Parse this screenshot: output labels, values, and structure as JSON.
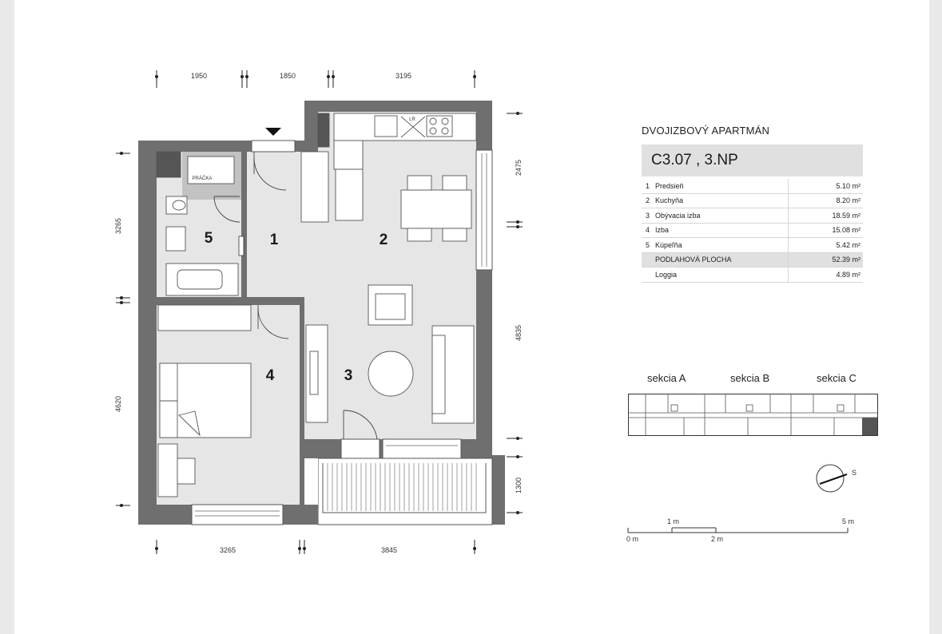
{
  "dimensions": {
    "top": [
      "1950",
      "1850",
      "3195"
    ],
    "bottom": [
      "3265",
      "3845"
    ],
    "left": [
      "3265",
      "4620"
    ],
    "right": [
      "2475",
      "4835",
      "1300"
    ]
  },
  "rooms_on_plan": [
    "1",
    "2",
    "3",
    "4",
    "5"
  ],
  "fixture_labels": {
    "washer": "PRÁČKA",
    "fridge": "LR"
  },
  "apartment": {
    "type": "DVOJIZBOVÝ APARTMÁN",
    "unit": "C3.07 ,  3.NP",
    "rooms": [
      {
        "no": "1",
        "name": "Predsieň",
        "area": "5.10 m²"
      },
      {
        "no": "2",
        "name": "Kuchyňa",
        "area": "8.20 m²"
      },
      {
        "no": "3",
        "name": "Obývacia izba",
        "area": "18.59 m²"
      },
      {
        "no": "4",
        "name": "Izba",
        "area": "15.08 m²"
      },
      {
        "no": "5",
        "name": "Kúpeľňa",
        "area": "5.42 m²"
      }
    ],
    "total": {
      "name": "PODLAHOVÁ PLOCHA",
      "area": "52.39 m²"
    },
    "loggia": {
      "name": "Loggia",
      "area": "4.89 m²"
    }
  },
  "sections": [
    "sekcia A",
    "sekcia B",
    "sekcia C"
  ],
  "compass": "S",
  "scale_bar": {
    "top_labels": [
      "1 m",
      "5 m"
    ],
    "bottom_labels": [
      "0 m",
      "2 m"
    ]
  },
  "colors": {
    "wall": "#6f6f6f",
    "floor": "#e6e6e6",
    "highlight": "#555555"
  }
}
